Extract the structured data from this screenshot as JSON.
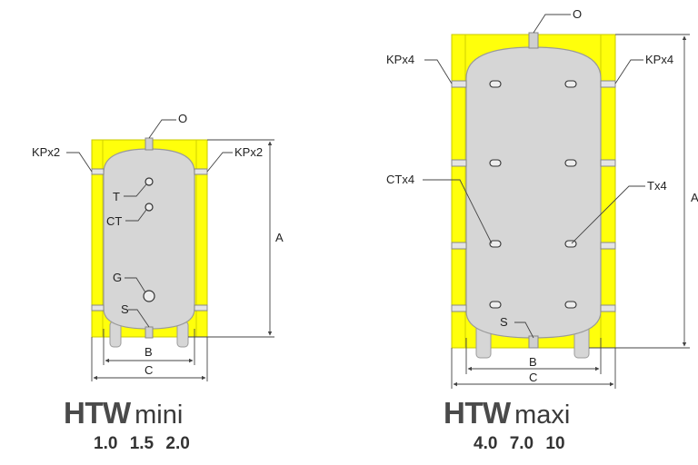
{
  "colors": {
    "insulation": "#ffff0b",
    "insulation_edge": "#c8c800",
    "tank": "#d6d6d6",
    "tank_edge": "#9a9a9a",
    "line": "#444444"
  },
  "mini": {
    "labels": {
      "top_port": "O",
      "kp_left": "KPx2",
      "kp_right": "KPx2",
      "t_port": "T",
      "ct_port": "CT",
      "g_port": "G",
      "s_port": "S",
      "dim_a": "A",
      "dim_b": "B",
      "dim_c": "C"
    },
    "title_brand": "HTW",
    "title_model": "mini",
    "sizes": "1.0  1.5  2.0"
  },
  "maxi": {
    "labels": {
      "top_port": "O",
      "kp_left": "KPx4",
      "kp_right": "KPx4",
      "ct_port": "CTx4",
      "t_port": "Tx4",
      "s_port": "S",
      "dim_a": "A",
      "dim_b": "B",
      "dim_c": "C"
    },
    "title_brand": "HTW",
    "title_model": "maxi",
    "sizes": "4.0  7.0  10"
  }
}
